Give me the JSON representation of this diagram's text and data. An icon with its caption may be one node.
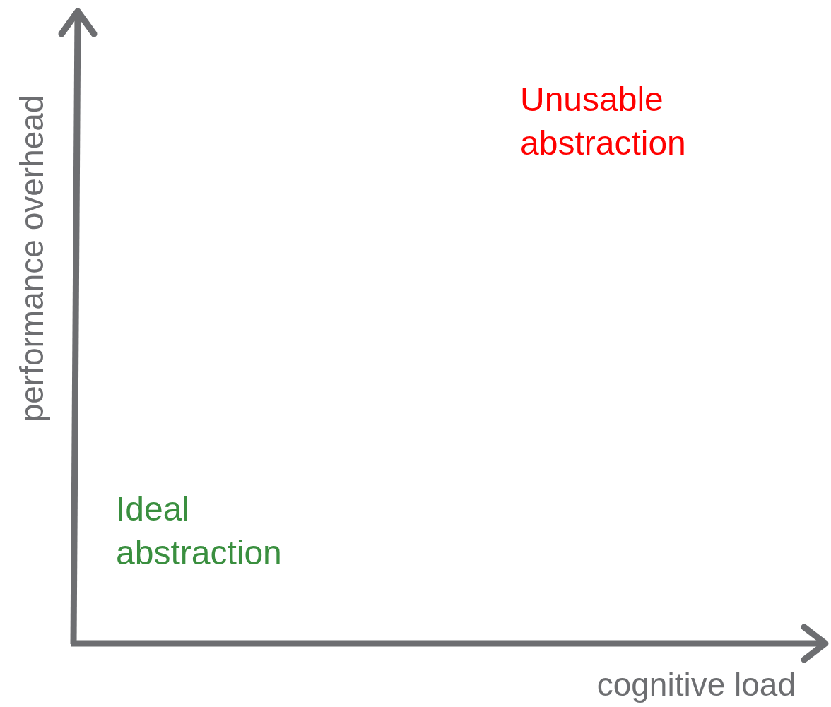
{
  "diagram": {
    "labels": [
      "performance overhead",
      "Unusable abstraction",
      "Ideal abstraction",
      "cognitive load"
    ]
  }
}
